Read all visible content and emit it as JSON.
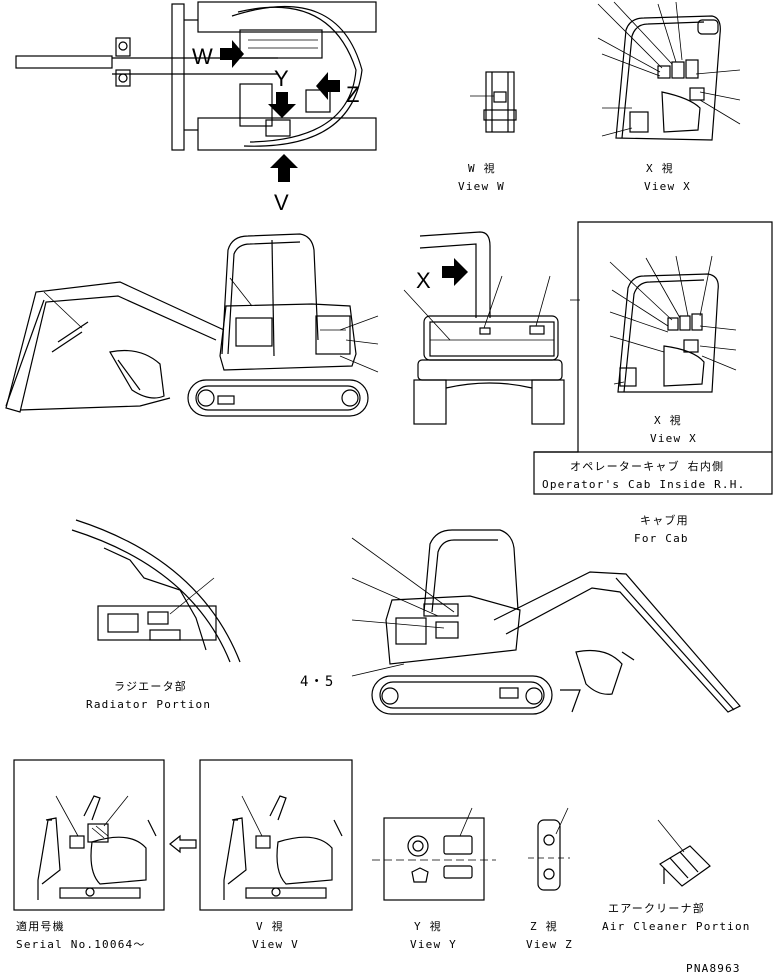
{
  "views": {
    "w": {
      "jp": "W 視",
      "en": "View W"
    },
    "x_top": {
      "jp": "X 視",
      "en": "View X"
    },
    "x_box": {
      "jp": "X 視",
      "en": "View X"
    },
    "v": {
      "jp": "V 視",
      "en": "View V"
    },
    "y": {
      "jp": "Y 視",
      "en": "View Y"
    },
    "z": {
      "jp": "Z 視",
      "en": "View Z"
    }
  },
  "cab_box": {
    "jp": "オペレーターキャブ 右内側",
    "en": "Operator's Cab Inside R.H."
  },
  "for_cab": {
    "jp": "キャブ用",
    "en": "For Cab"
  },
  "radiator": {
    "jp": "ラジエータ部",
    "en": "Radiator Portion"
  },
  "serial": {
    "jp": "適用号機",
    "en": "Serial No.10064～"
  },
  "air_cleaner": {
    "jp": "エアークリーナ部",
    "en": "Air Cleaner Portion"
  },
  "arrow_letters": {
    "w": "W",
    "y": "Y",
    "z": "Z",
    "v": "V",
    "x": "X"
  },
  "callout": "4・5",
  "drawing_code": "PNA8963"
}
